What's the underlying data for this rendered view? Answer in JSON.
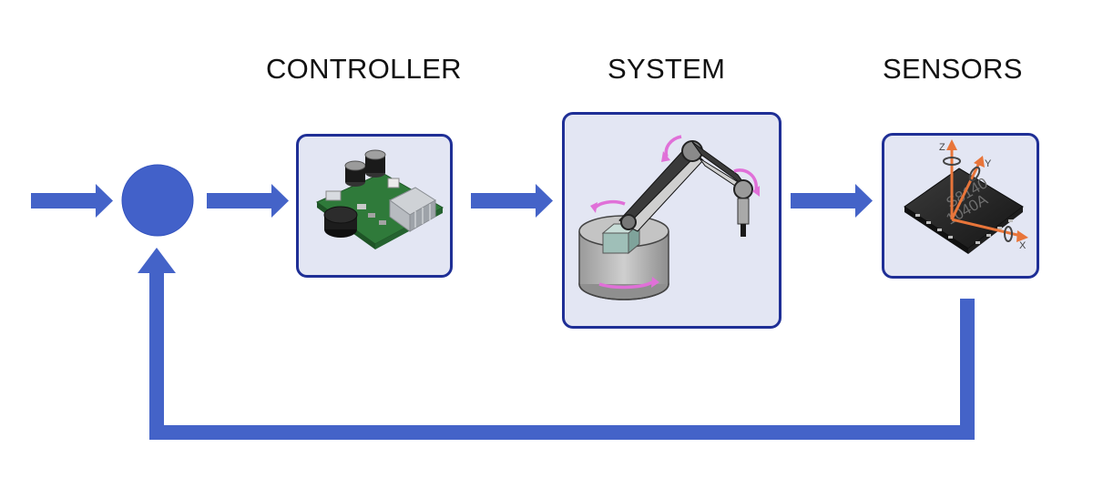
{
  "labels": {
    "controller": "CONTROLLER",
    "system": "SYSTEM",
    "sensors": "SENSORS"
  },
  "chip": {
    "line1": "S8140",
    "line2": "1040A"
  },
  "axes": {
    "x": "X",
    "y": "Y",
    "z": "Z"
  },
  "colors": {
    "arrow": "#4463c8",
    "box_border": "#1f2f96",
    "box_fill": "#e3e6f3",
    "junction": "#4261c9",
    "rotation": "#e070d8",
    "axis": "#e8753a"
  },
  "icons": {
    "controller": "motor-speed-controller-board-icon",
    "system": "robot-arm-icon",
    "sensors": "imu-sensor-chip-icon"
  }
}
